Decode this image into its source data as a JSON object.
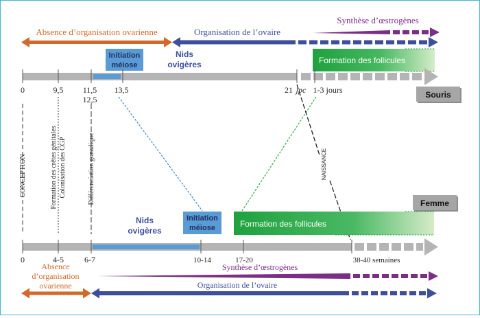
{
  "top": {
    "absence_label": "Absence d’organisation ovarienne",
    "organisation_label": "Organisation de l’ovaire",
    "synthese_label": "Synthèse d’œstrogènes",
    "initiation_label_1": "Initiation",
    "initiation_label_2": "méiose",
    "nids_label_1": "Nids",
    "nids_label_2": "ovigères",
    "follicles_label": "Formation des follicules",
    "ticks": [
      "0",
      "9,5",
      "11,5",
      "12,5",
      "13,5",
      "21",
      "jpc",
      "1-3 jours"
    ],
    "species": "Souris"
  },
  "middle": {
    "conception": "CONCEPTION",
    "cretes": "Formation des crêtes génitales",
    "cgp": "Colonisation des CGP",
    "diff": "Différenciation gonadique",
    "naissance": "NAISSANCE"
  },
  "bottom": {
    "species": "Femme",
    "nids_label_1": "Nids",
    "nids_label_2": "ovigères",
    "initiation_label_1": "Initiation",
    "initiation_label_2": "méiose",
    "follicles_label": "Formation des follicules",
    "ticks": [
      "0",
      "4-5",
      "6-7",
      "10-14",
      "17-20",
      "38-40 semaines"
    ],
    "absence_label_1": "Absence",
    "absence_label_2": "d’organisation",
    "absence_label_3": "ovarienne",
    "synthese_label": "Synthèse d’œstrogènes",
    "organisation_label": "Organisation de l’ovaire"
  },
  "colors": {
    "orange": "#d2692a",
    "blue": "#3d4f9c",
    "purple": "#7b2e85",
    "green": "#2eaa4a",
    "light_blue": "#5b9bd5",
    "gray": "#b4b4b4"
  }
}
